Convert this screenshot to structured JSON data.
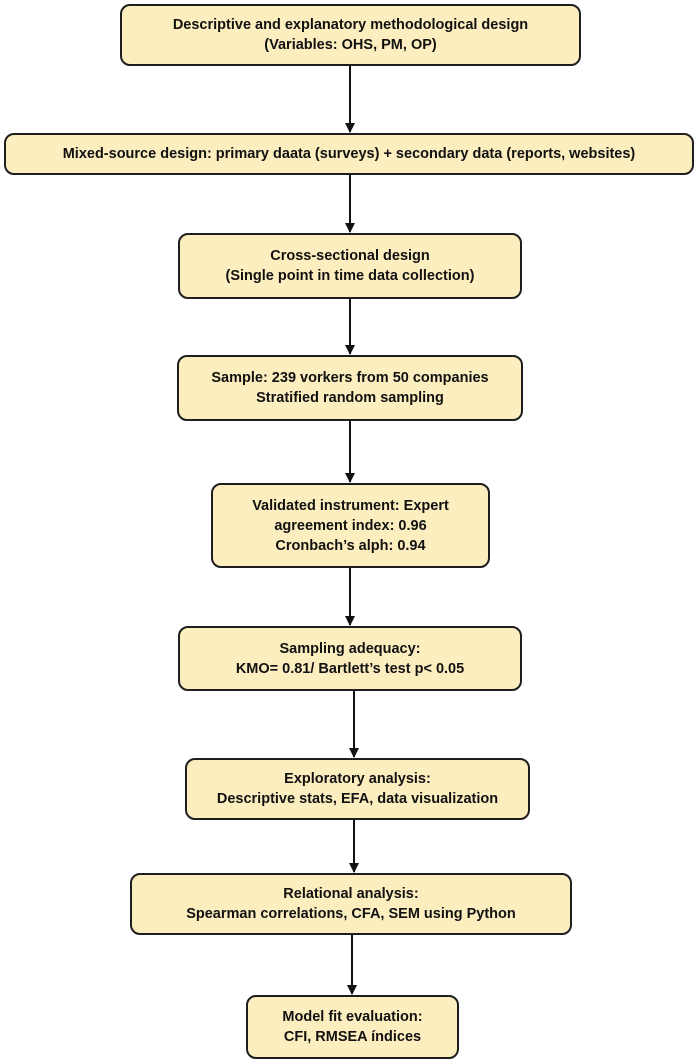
{
  "diagram": {
    "type": "flowchart",
    "direction": "top-to-bottom",
    "colors": {
      "node_fill": "#fdeec0",
      "node_border": "#1e1e1e",
      "text": "#111111",
      "connector": "#111111"
    },
    "nodes": [
      {
        "id": "n1",
        "lines": [
          "Descriptive and explanatory methodological design",
          "(Variables: OHS, PM, OP)"
        ]
      },
      {
        "id": "n2",
        "lines": [
          "Mixed-source design: primary daata (surveys) + secondary data (reports, websites)"
        ]
      },
      {
        "id": "n3",
        "lines": [
          "Cross-sectional design",
          "(Single point in time data collection)"
        ]
      },
      {
        "id": "n4",
        "lines": [
          "Sample: 239 vorkers from 50 companies",
          "Stratified random sampling"
        ]
      },
      {
        "id": "n5",
        "lines": [
          "Validated instrument: Expert",
          "agreement index: 0.96",
          "Cronbach’s alph: 0.94"
        ]
      },
      {
        "id": "n6",
        "lines": [
          "Sampling adequacy:",
          "KMO= 0.81/ Bartlett’s test p< 0.05"
        ]
      },
      {
        "id": "n7",
        "lines": [
          "Exploratory analysis:",
          "Descriptive stats, EFA, data visualization"
        ]
      },
      {
        "id": "n8",
        "lines": [
          "Relational analysis:",
          "Spearman correlations, CFA, SEM using Python"
        ]
      },
      {
        "id": "n9",
        "lines": [
          "Model fit evaluation:",
          "CFI, RMSEA índices"
        ]
      }
    ],
    "edges": [
      {
        "from": "n1",
        "to": "n2"
      },
      {
        "from": "n2",
        "to": "n3"
      },
      {
        "from": "n3",
        "to": "n4"
      },
      {
        "from": "n4",
        "to": "n5"
      },
      {
        "from": "n5",
        "to": "n6"
      },
      {
        "from": "n6",
        "to": "n7"
      },
      {
        "from": "n7",
        "to": "n8"
      },
      {
        "from": "n8",
        "to": "n9"
      }
    ]
  }
}
